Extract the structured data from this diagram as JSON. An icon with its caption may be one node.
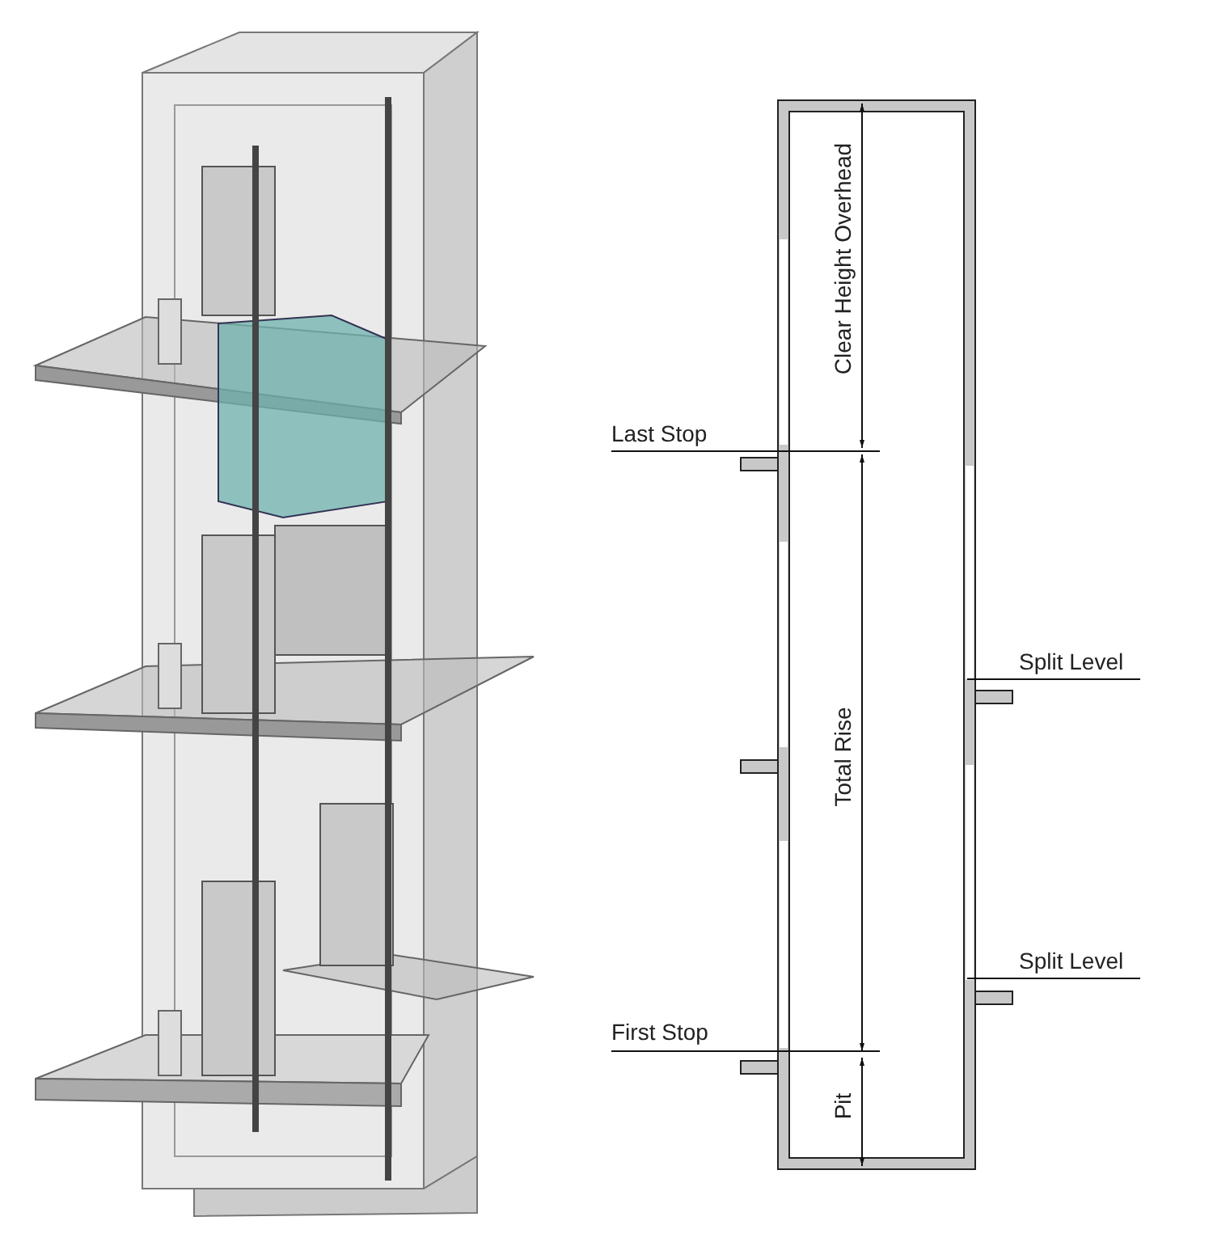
{
  "diagram": {
    "labels": [
      "Clear Height Overhead",
      "Last Stop",
      "Split Level",
      "Total Rise",
      "Split Level",
      "First Stop",
      "Pit"
    ]
  }
}
